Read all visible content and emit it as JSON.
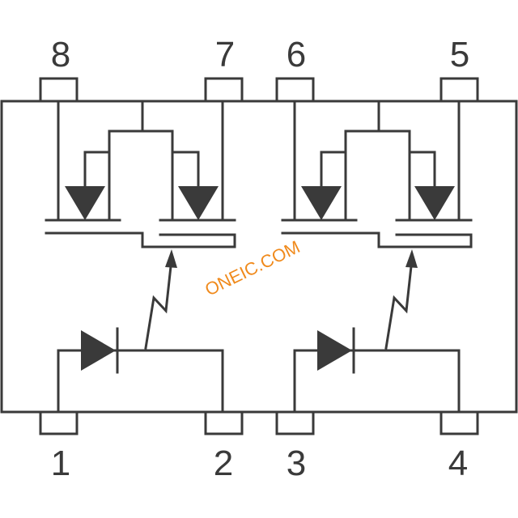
{
  "pins": {
    "p1": "1",
    "p2": "2",
    "p3": "3",
    "p4": "4",
    "p5": "5",
    "p6": "6",
    "p7": "7",
    "p8": "8"
  },
  "watermark": "ONEIC.COM",
  "colors": {
    "line": "#3a3a3a",
    "watermark": "#f08a1c",
    "background": "#ffffff"
  }
}
